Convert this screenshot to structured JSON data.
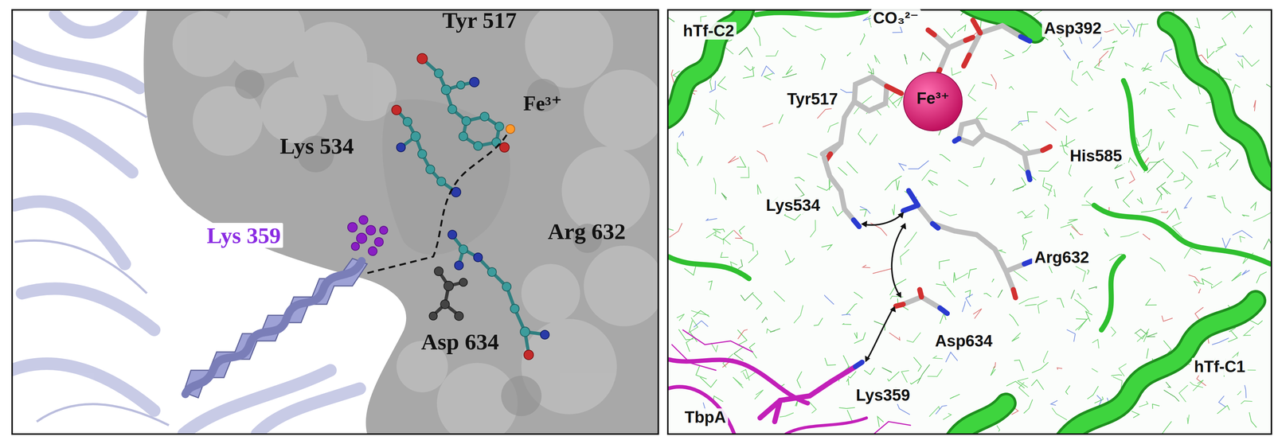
{
  "diagram": {
    "labels": [
      "Tyr 517",
      "Fe³⁺",
      "Lys 534",
      "Lys 359",
      "Arg 632",
      "Asp 634",
      "hTf-C2",
      "CO₃²⁻",
      "Asp392",
      "Tyr517",
      "Fe³⁺",
      "His585",
      "Lys534",
      "Arg632",
      "hTf-C1",
      "Asp634",
      "Lys359",
      "TbpA"
    ]
  }
}
